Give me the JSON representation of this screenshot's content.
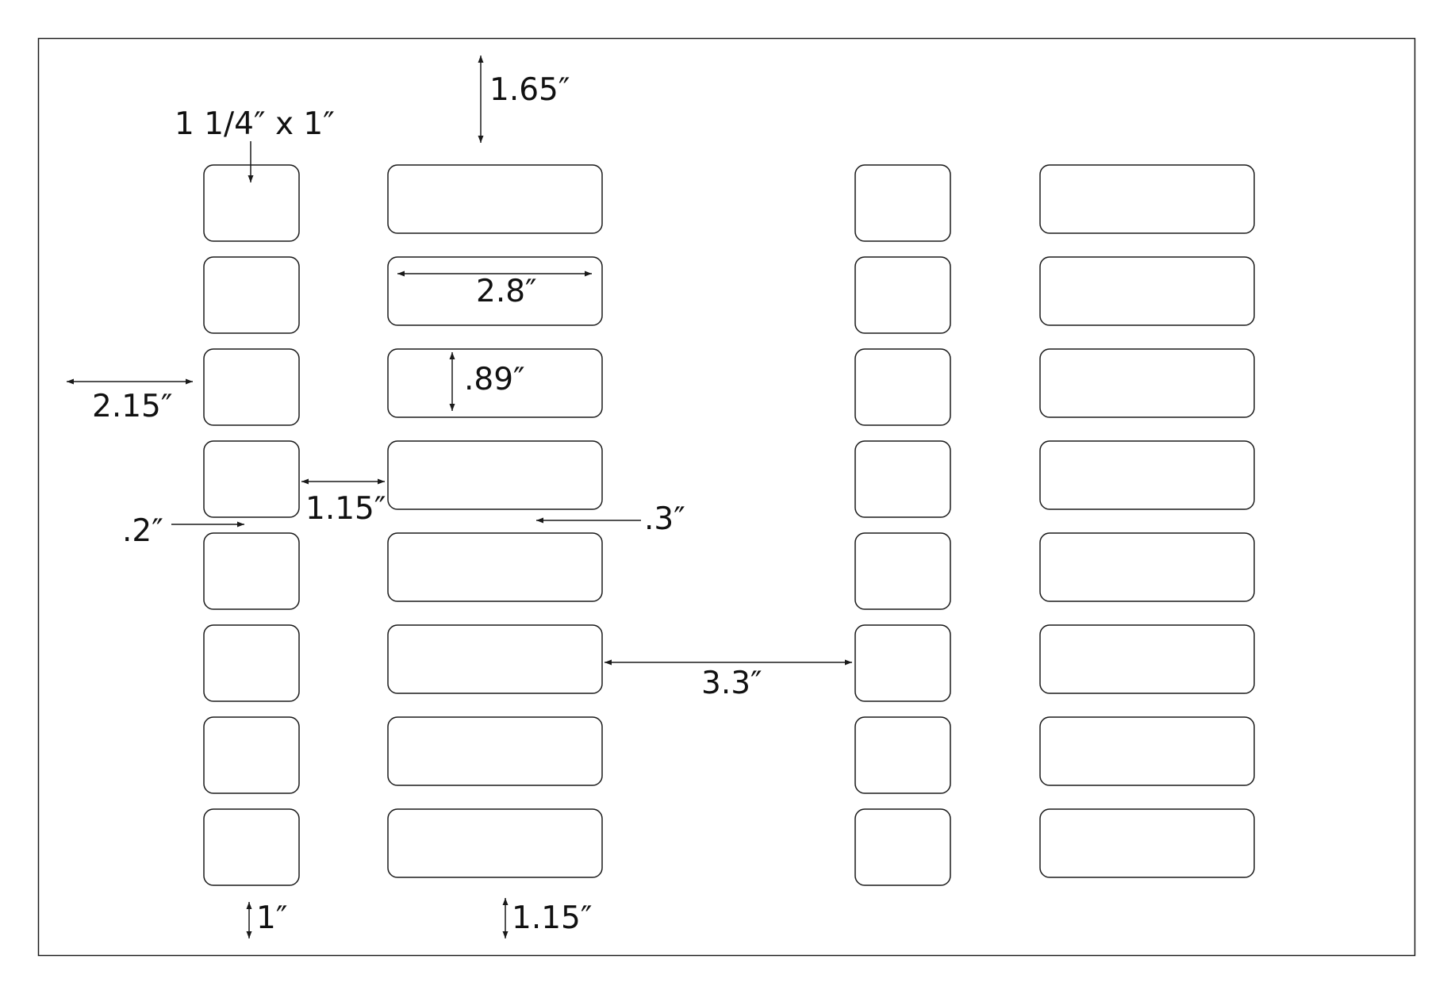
{
  "template": {
    "label_columns": [
      {
        "id": "col-1",
        "label_size": "1 1/4\" x 1\"",
        "count": 8
      },
      {
        "id": "col-2",
        "count": 8
      },
      {
        "id": "col-3",
        "count": 8
      },
      {
        "id": "col-4",
        "count": 8
      }
    ],
    "colors": {
      "stroke": "#1a1a1a",
      "background": "#ffffff",
      "text": "#111111"
    }
  },
  "dimensions": {
    "label_size": "1 1/4″ x 1″",
    "top_margin": "1.65″",
    "wide_label_width": "2.8″",
    "wide_label_height": ".89″",
    "left_margin": "2.15″",
    "column_gap": "1.15″",
    "small_gap": ".2″",
    "wide_gap": ".3″",
    "center_gap": "3.3″",
    "small_label_pitch": "1″",
    "wide_label_pitch": "1.15″"
  }
}
